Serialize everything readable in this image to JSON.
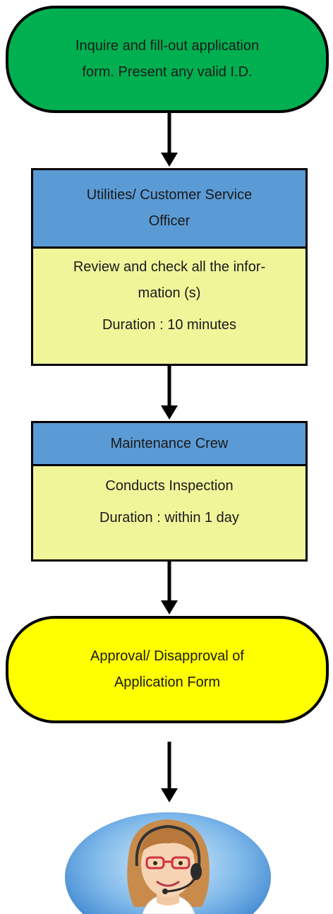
{
  "steps": {
    "start": {
      "line1": "Inquire and fill-out application",
      "line2": "form. Present any valid I.D.",
      "fill": "#00b050"
    },
    "officer": {
      "header_line1": "Utilities/ Customer Service",
      "header_line2": "Officer",
      "desc_line1": "Review and check all the infor-",
      "desc_line2": "mation (s)",
      "duration": "Duration : 10 minutes"
    },
    "crew": {
      "header": "Maintenance Crew",
      "desc": "Conducts Inspection",
      "duration": "Duration : within 1 day"
    },
    "end": {
      "line1": "Approval/ Disapproval of",
      "line2": "Application Form",
      "fill": "#ffff00"
    }
  },
  "colors": {
    "header_fill": "#5b9bd5",
    "body_fill": "#f0f59a"
  },
  "icons": {
    "final": "customer-service-agent-icon"
  }
}
